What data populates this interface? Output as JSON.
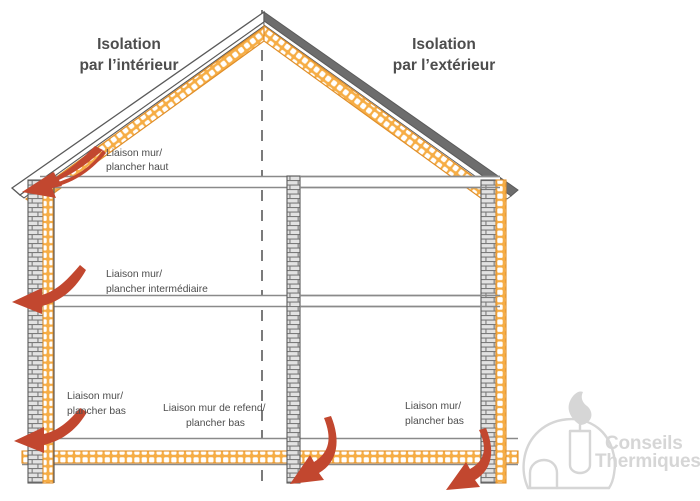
{
  "diagram": {
    "title_left": {
      "line1": "Isolation",
      "line2": "par l’intérieur"
    },
    "title_right": {
      "line1": "Isolation",
      "line2": "par l’extérieur"
    },
    "labels": [
      {
        "id": "liaison-mur-plancher-haut",
        "line1": "Liaison mur/",
        "line2": "plancher haut"
      },
      {
        "id": "liaison-mur-plancher-intermediaire",
        "line1": "Liaison mur/",
        "line2": "plancher intermédiaire"
      },
      {
        "id": "liaison-mur-plancher-bas-gauche",
        "line1": "Liaison mur/",
        "line2": "plancher bas"
      },
      {
        "id": "liaison-mur-de-refend-plancher-bas",
        "line1": "Liaison mur de refend/",
        "line2": "plancher bas"
      },
      {
        "id": "liaison-mur-plancher-bas-droite",
        "line1": "Liaison mur/",
        "line2": "plancher bas"
      }
    ],
    "logo": {
      "line1": "Conseils",
      "line2": "Thermiques",
      "icon": "igloo-candle-icon"
    },
    "colors": {
      "arrow": "#c2472f",
      "insulation_fill": "#f4a83c",
      "insulation_stroke": "#e08f2a",
      "masonry_dark": "#6b6b6b",
      "masonry_light": "#d9d9d9",
      "outline": "#5a5a5a",
      "text": "#4d4d4d",
      "logo": "#d6d6d6",
      "background": "#ffffff"
    },
    "elements": {
      "arrows": [
        {
          "id": "arrow-plancher-haut",
          "direction": "left-down"
        },
        {
          "id": "arrow-plancher-intermediaire",
          "direction": "left"
        },
        {
          "id": "arrow-plancher-bas-gauche",
          "direction": "left"
        },
        {
          "id": "arrow-plancher-bas-refend",
          "direction": "down-left"
        },
        {
          "id": "arrow-plancher-bas-droite",
          "direction": "down-left"
        }
      ],
      "walls": [
        {
          "id": "wall-left",
          "insulation_side": "interior"
        },
        {
          "id": "wall-right",
          "insulation_side": "exterior"
        },
        {
          "id": "wall-refend",
          "insulation_side": "none"
        }
      ],
      "floors": [
        {
          "id": "floor-haut",
          "insulated": "false"
        },
        {
          "id": "floor-intermediaire",
          "insulated": "false"
        },
        {
          "id": "floor-bas",
          "insulated": "true"
        }
      ],
      "roof": {
        "id": "roof",
        "insulated": "true"
      },
      "axis": {
        "id": "center-axis",
        "style": "dashed"
      }
    }
  }
}
